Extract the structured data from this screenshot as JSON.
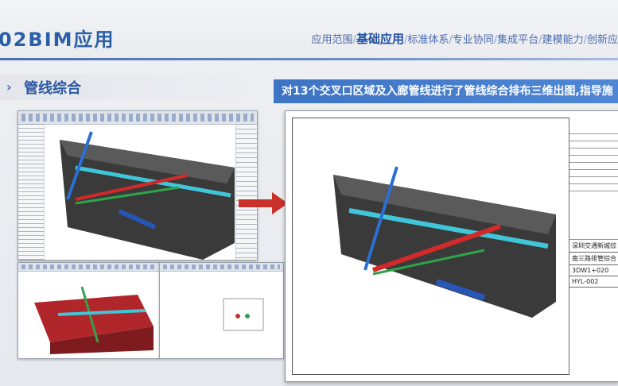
{
  "header": {
    "title": "02BIM应用",
    "nav": [
      {
        "label": "应用范围",
        "active": false
      },
      {
        "label": "基础应用",
        "active": true
      },
      {
        "label": "标准体系",
        "active": false
      },
      {
        "label": "专业协同",
        "active": false
      },
      {
        "label": "集成平台",
        "active": false
      },
      {
        "label": "建模能力",
        "active": false
      },
      {
        "label": "创新应",
        "active": false
      }
    ]
  },
  "section": {
    "chevron": "›",
    "label": "管线综合"
  },
  "banner": {
    "text": "对13个交叉口区域及入廊管线进行了管线综合排布三维出图,指导施"
  },
  "drawing": {
    "title_block": [
      "深圳交通新城综",
      "南三路排管综合",
      "3DW1+020",
      "HYL-002"
    ]
  },
  "colors": {
    "accent": "#2a5fa8",
    "banner": "#3d74c4",
    "arrow": "#c8322b"
  }
}
